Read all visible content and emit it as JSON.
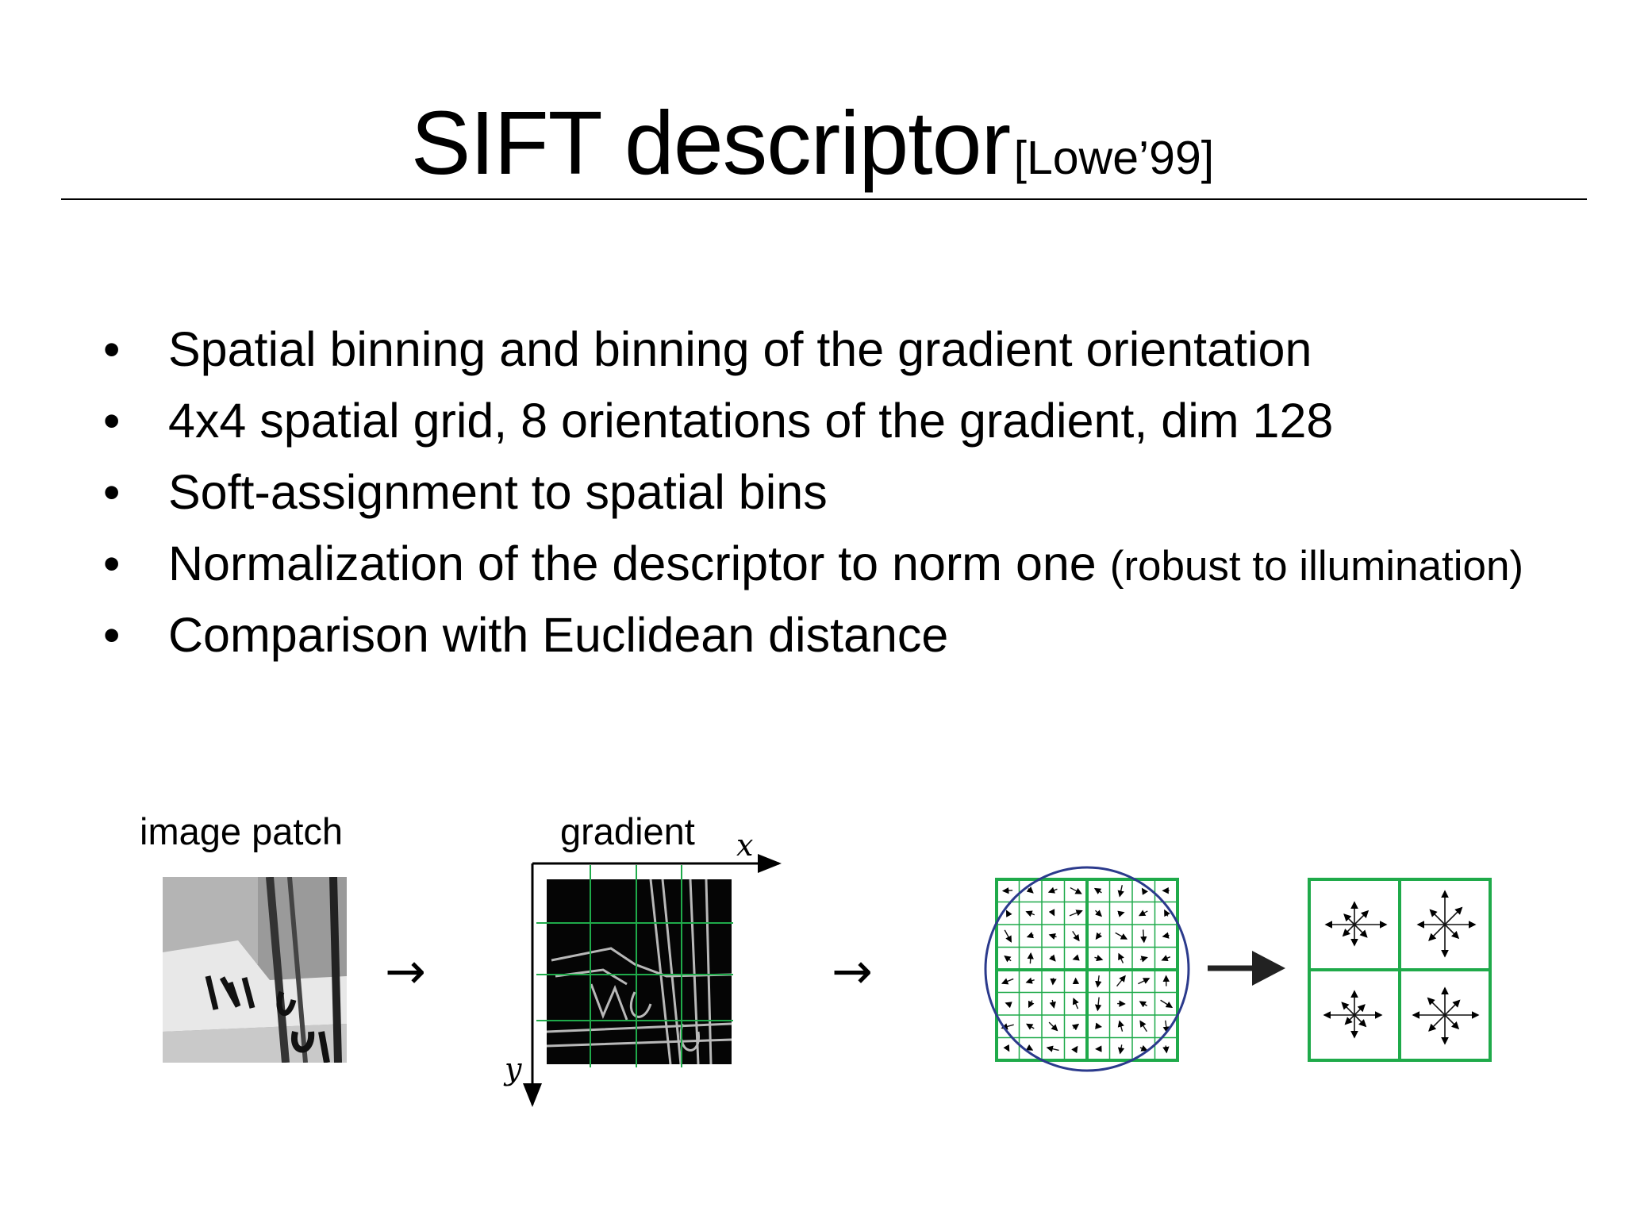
{
  "slide": {
    "title": "SIFT descriptor",
    "reference": "[Lowe’99]",
    "bullets": [
      {
        "text": "Spatial binning and binning of the gradient orientation",
        "note": ""
      },
      {
        "text": "4x4 spatial grid, 8 orientations of the gradient, dim 128",
        "note": ""
      },
      {
        "text": "Soft-assignment to spatial bins",
        "note": ""
      },
      {
        "text": "Normalization of the descriptor to norm one",
        "note": "(robust to illumination)"
      },
      {
        "text": "Comparison with Euclidean distance",
        "note": ""
      }
    ],
    "bullet_glyph": "•"
  },
  "figure": {
    "patch_label": "image patch",
    "gradient_label": "gradient",
    "axis_x": "x",
    "axis_y": "y",
    "grid_color": "#1faa4a",
    "circle_color": "#2b3a8c",
    "arrow_glyph": "→"
  }
}
